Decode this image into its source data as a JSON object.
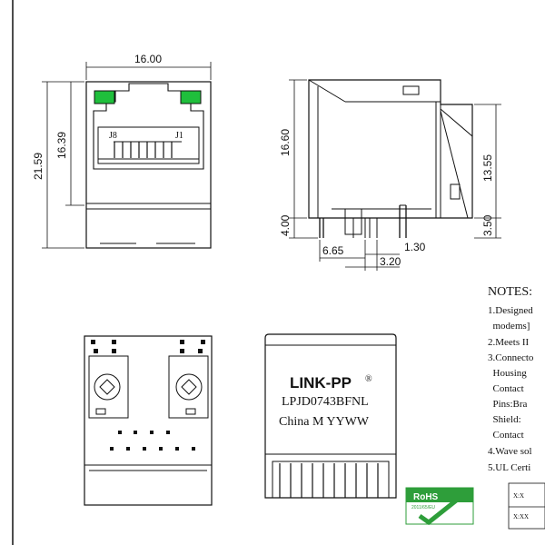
{
  "dimensions": {
    "front_width": "16.00",
    "front_total_height": "21.59",
    "front_body_height": "16.39",
    "side_height": "16.60",
    "side_pin_length": "4.00",
    "side_upper_height": "13.55",
    "side_lower_height": "3.50",
    "pin_offset": "6.65",
    "pin_pitch": "1.30",
    "pin_span": "3.20"
  },
  "pin_labels": {
    "left": "J8",
    "right": "J1"
  },
  "marking": {
    "brand": "LINK-PP",
    "registered": "®",
    "part_number": "LPJD0743BFNL",
    "line3": "China M YYWW"
  },
  "notes": {
    "title": "NOTES:",
    "lines": [
      "1.Designed",
      "  modems]",
      "2.Meets II",
      "3.Connecto",
      "  Housing",
      "  Contact",
      "  Pins:Bra",
      "  Shield:",
      "  Contact",
      "4.Wave sol",
      "5.UL Certi"
    ]
  },
  "rohs": {
    "label": "RoHS",
    "sub": "2011/65/EU"
  },
  "title_block": {
    "row1": "X:X",
    "row2": "X:XX"
  },
  "colors": {
    "led": "#1fbf3c",
    "rohs": "#2e9e3a",
    "line": "#111111"
  }
}
